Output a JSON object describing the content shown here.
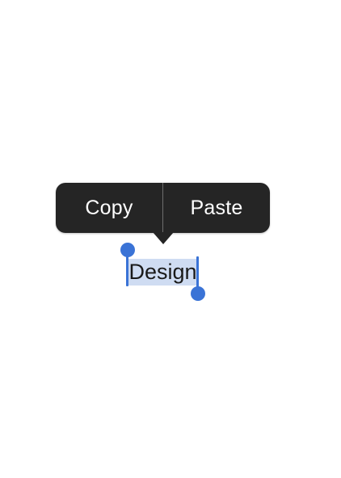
{
  "edit_menu": {
    "copy_label": "Copy",
    "paste_label": "Paste"
  },
  "selection": {
    "text": "Design"
  },
  "colors": {
    "menu_background": "#252525",
    "menu_text": "#ffffff",
    "selection_highlight": "#cfdcf2",
    "handle": "#3a73d6"
  }
}
